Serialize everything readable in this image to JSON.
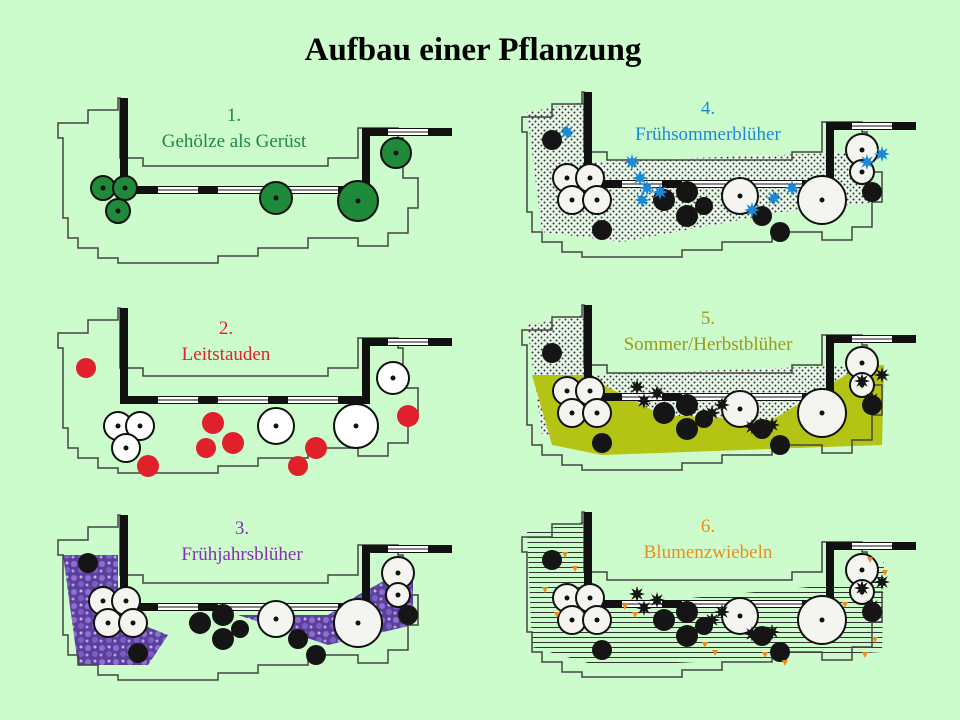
{
  "title": "Aufbau einer Pflanzung",
  "panels": [
    {
      "number": "1.",
      "name": "Gehölze als Gerüst"
    },
    {
      "number": "2.",
      "name": "Leitstauden"
    },
    {
      "number": "3.",
      "name": "Frühjahrsblüher"
    },
    {
      "number": "4.",
      "name": "Frühsommerblüher"
    },
    {
      "number": "5.",
      "name": "Sommer/Herbstblüher"
    },
    {
      "number": "6.",
      "name": "Blumenzwiebeln"
    }
  ],
  "colors": {
    "background": "#ccfccc",
    "gehoelze": "#1f8a3a",
    "leitstauden": "#e0202a",
    "fruehjahr": "#8a2cb8",
    "fruehsommer": "#1a8ad8",
    "sommer_herbst": "#b4c414",
    "zwiebeln": "#f08a1a"
  }
}
